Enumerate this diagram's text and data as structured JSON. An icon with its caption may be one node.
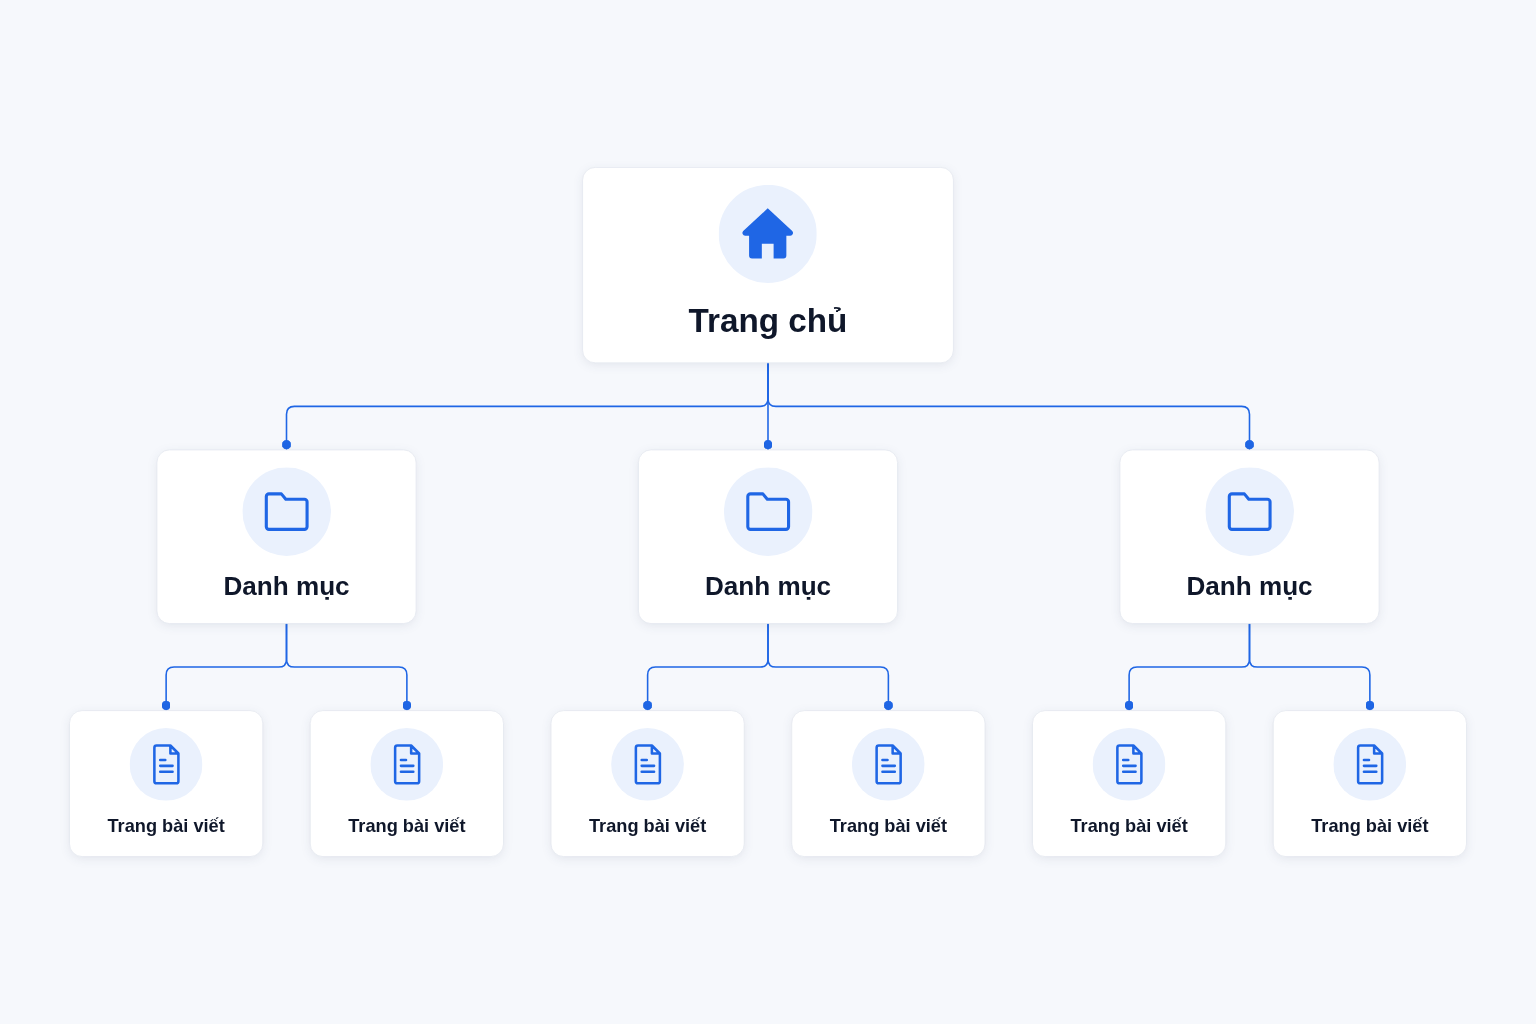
{
  "diagram": {
    "nodes": [
      {
        "text": [
          "Trang chủ"
        ]
      },
      {
        "text": [
          "Danh mục"
        ]
      },
      {
        "text": [
          "Danh mục"
        ]
      },
      {
        "text": [
          "Danh mục"
        ]
      },
      {
        "text": [
          "Trang bài viết"
        ]
      },
      {
        "text": [
          "Trang bài viết"
        ]
      },
      {
        "text": [
          "Trang bài viết"
        ]
      },
      {
        "text": [
          "Trang bài viết"
        ]
      },
      {
        "text": [
          "Trang bài viết"
        ]
      },
      {
        "text": [
          "Trang bài viết"
        ]
      }
    ],
    "edges": [
      {
        "from": 0,
        "to": 1,
        "arrow": "other"
      },
      {
        "from": 0,
        "to": 2,
        "arrow": "other"
      },
      {
        "from": 0,
        "to": 3,
        "arrow": "other"
      },
      {
        "from": 1,
        "to": 4,
        "arrow": "other"
      },
      {
        "from": 1,
        "to": 5,
        "arrow": "other"
      },
      {
        "from": 2,
        "to": 6,
        "arrow": "other"
      },
      {
        "from": 2,
        "to": 7,
        "arrow": "other"
      },
      {
        "from": 3,
        "to": 8,
        "arrow": "other"
      },
      {
        "from": 3,
        "to": 9,
        "arrow": "other"
      }
    ]
  }
}
